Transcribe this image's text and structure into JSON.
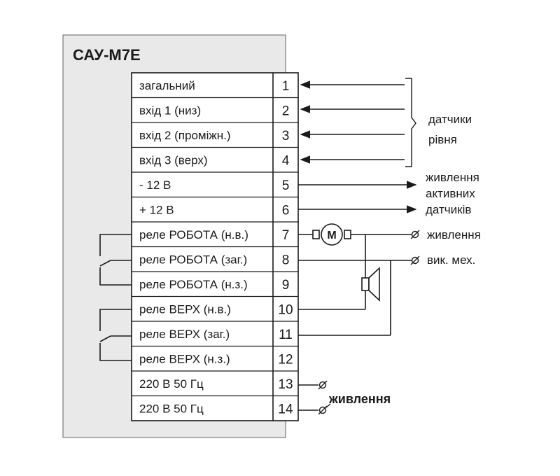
{
  "device": {
    "title": "САУ-М7Е"
  },
  "terminals": [
    {
      "num": "1",
      "label": "загальний"
    },
    {
      "num": "2",
      "label": "вхід 1 (низ)"
    },
    {
      "num": "3",
      "label": "вхід 2 (проміжн.)"
    },
    {
      "num": "4",
      "label": "вхід 3 (верх)"
    },
    {
      "num": "5",
      "label": "- 12 В"
    },
    {
      "num": "6",
      "label": "+ 12 В"
    },
    {
      "num": "7",
      "label": "реле РОБОТА  (н.в.)"
    },
    {
      "num": "8",
      "label": "реле РОБОТА (заг.)"
    },
    {
      "num": "9",
      "label": "реле РОБОТА (н.з.)"
    },
    {
      "num": "10",
      "label": "реле ВЕРХ (н.в.)"
    },
    {
      "num": "11",
      "label": "реле ВЕРХ (заг.)"
    },
    {
      "num": "12",
      "label": "реле ВЕРХ (н.з.)"
    },
    {
      "num": "13",
      "label": "220 В 50 Гц"
    },
    {
      "num": "14",
      "label": "220 В 50 Гц"
    }
  ],
  "external": {
    "level_sensors": [
      "датчики",
      "рівня"
    ],
    "active_sensor_power": [
      "живлення",
      "активних",
      "датчиків"
    ],
    "motor_power": "живлення",
    "mech_switch": "вик. мех.",
    "mains_power": "живлення",
    "motor_symbol": "M"
  },
  "colors": {
    "line": "#1a1a1a",
    "panel": "#e9e9e9",
    "panel_border": "#7a7a7a",
    "table_bg": "#ffffff"
  }
}
